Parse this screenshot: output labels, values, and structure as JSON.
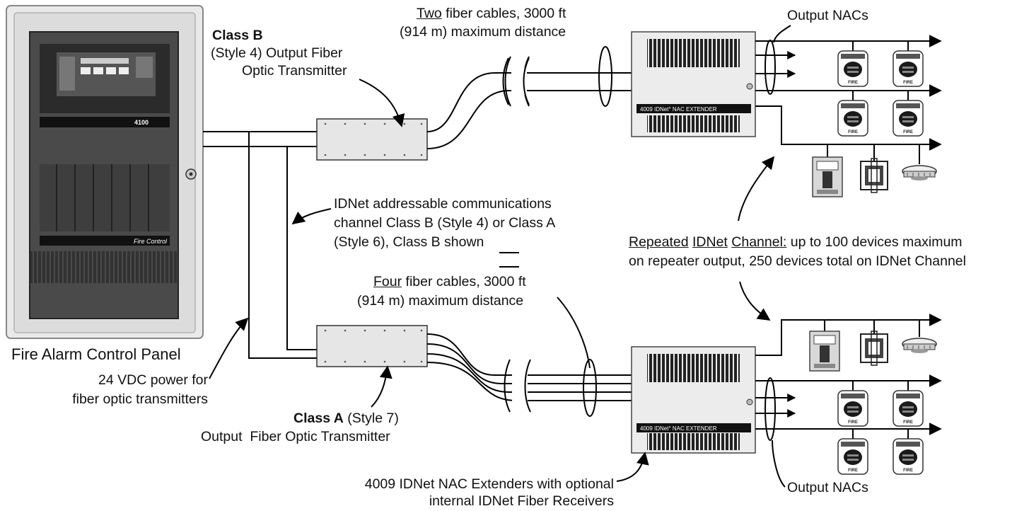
{
  "labels": {
    "panel": "Fire Alarm Control Panel",
    "panel_model": "4100",
    "panel_brand": "Fire Control",
    "classb_bold": "Class B",
    "classb_rest1": "(Style 4) Output Fiber",
    "classb_rest2": "Optic Transmitter",
    "two_fiber_u": "Two",
    "two_fiber_rest": " fiber cables, 3000 ft",
    "two_fiber_line2": "(914 m) maximum distance",
    "idnet_line1": "IDNet addressable communications",
    "idnet_line2": "channel Class B (Style 4) or Class A",
    "idnet_line3": "(Style 6), Class B shown",
    "four_fiber_u": "Four",
    "four_fiber_rest": " fiber cables, 3000 ft",
    "four_fiber_line2": "(914 m) maximum distance",
    "power_line1": "24 VDC power for",
    "power_line2": "fiber optic transmitters",
    "classa_bold": "Class A",
    "classa_rest": " (Style 7)",
    "classa_line2": "Output  Fiber Optic Transmitter",
    "extenders_line1": "4009 IDNet NAC Extenders with optional",
    "extenders_line2": "internal IDNet Fiber Receivers",
    "extender_plate": "4009 IDNet° NAC EXTENDER",
    "output_nacs_top": "Output NACs",
    "output_nacs_bottom": "Output NACs",
    "repeated_u1": "Repeated",
    "repeated_u2": "IDNet",
    "repeated_u3": "Channel:",
    "repeated_rest": " up to 100 devices maximum",
    "repeated_line2": "on repeater output, 250 devices total on IDNet Channel",
    "fire_tag": "FIRE"
  }
}
